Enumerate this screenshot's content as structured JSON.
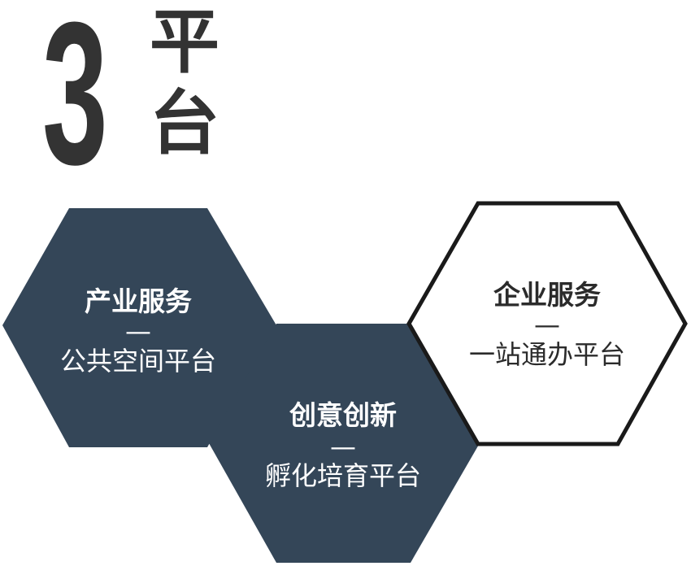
{
  "heading": {
    "number": "3",
    "word_line1": "平",
    "word_line2": "台"
  },
  "hexagons": [
    {
      "title": "产业服务",
      "dash": "—",
      "subtitle": "公共空间平台"
    },
    {
      "title": "创意创新",
      "dash": "—",
      "subtitle": "孵化培育平台"
    },
    {
      "title": "企业服务",
      "dash": "—",
      "subtitle": "一站通办平台"
    }
  ],
  "colors": {
    "dark_fill": "#344658",
    "heading_text": "#333333",
    "light_stroke": "#1a1a1a",
    "on_dark_text": "#ffffff",
    "on_light_text": "#2b2b2b"
  }
}
